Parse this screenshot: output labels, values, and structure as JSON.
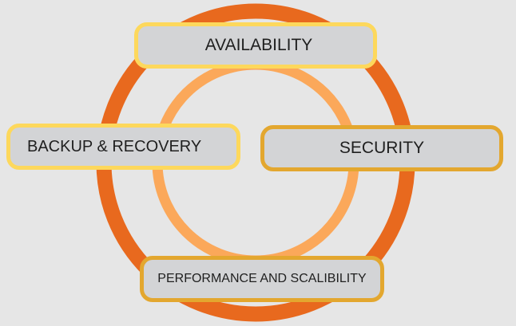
{
  "colors": {
    "background": "#e6e6e6",
    "outer_ring": "#e8691e",
    "inner_ring": "#fba85a",
    "box_fill": "#d3d4d6",
    "box_border_light": "#fdd85c",
    "box_border_dark": "#e3a72f",
    "text": "#1f1f1f"
  },
  "diagram": {
    "availability_label": "AVAILABILITY",
    "backup_label": "BACKUP & RECOVERY",
    "security_label": "SECURITY",
    "performance_label": "PERFORMANCE AND SCALIBILITY"
  }
}
